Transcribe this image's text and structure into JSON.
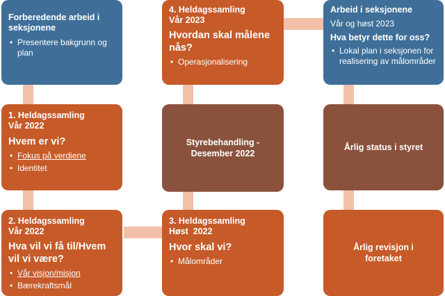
{
  "colors": {
    "blue": "#3f6f98",
    "orange": "#c65a28",
    "brown": "#8a523d",
    "connector": "#f2c0a8"
  },
  "boxes": {
    "prep": {
      "title_line1": "Forberedende arbeid i",
      "title_line2": "seksjonene",
      "bullets": [
        "Presentere bakgrunn og plan"
      ]
    },
    "day1": {
      "head_line1": "1. Heldagssamling",
      "head_line2": "Vår 2022",
      "question": "Hvem er vi?",
      "bullets": [
        "Fokus på verdiene",
        "Identitet"
      ]
    },
    "day2": {
      "head_line1": "2. Heldagssamling",
      "head_line2": "Vår 2022",
      "question_line1": "Hva vil vi få til/Hvem",
      "question_line2": "vil vi være?",
      "bullets": [
        "Vår visjon/misjon",
        "Bærekraftsmål"
      ]
    },
    "day4": {
      "head_line1": "4. Heldagssamling",
      "head_line2": "Vår 2023",
      "question_line1": "Hvordan skal målene",
      "question_line2": "nås?",
      "bullets": [
        "Operasjonalisering"
      ]
    },
    "board": {
      "label_line1": "Styrebehandling -",
      "label_line2": "Desember 2022"
    },
    "day3": {
      "head_line1": "3. Heldagssamling",
      "head_line2": "Høst  2022",
      "question": "Hvor skal vi?",
      "bullets": [
        "Målområder"
      ]
    },
    "sections": {
      "head": "Arbeid i seksjonene",
      "sub": "Vår og høst 2023",
      "question": "Hva betyr dette for oss?",
      "bullets": [
        "Lokal plan i seksjonen for realisering av målområder"
      ]
    },
    "status": {
      "label": "Årlig status i styret"
    },
    "revision": {
      "label": "Årlig revisjon i foretaket"
    }
  }
}
